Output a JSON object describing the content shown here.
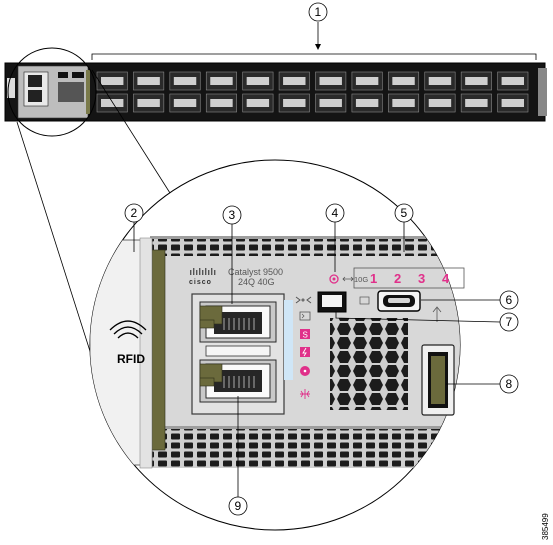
{
  "callouts": [
    "1",
    "2",
    "3",
    "4",
    "5",
    "6",
    "7",
    "8",
    "9"
  ],
  "panel": {
    "brand": "cisco",
    "model_line1": "Catalyst 9500",
    "model_line2": "24Q 40G",
    "rfid_label": "RFID",
    "speed_label": "10G",
    "port_numbers": [
      "1",
      "2",
      "3",
      "4"
    ]
  },
  "figure_id": "385499",
  "colors": {
    "port_highlight": "#e0308a",
    "chassis_dark": "#1a1a1a",
    "panel_gray": "#d2d2d2",
    "console_blue": "#cfe6f7",
    "bezel_olive": "#6b6a3c"
  },
  "icons": [
    "console-icon",
    "status-s-icon",
    "power-icon",
    "fan-icon",
    "network-icon",
    "uplink-link-icon",
    "usb-icon",
    "blue-beacon-icon"
  ]
}
